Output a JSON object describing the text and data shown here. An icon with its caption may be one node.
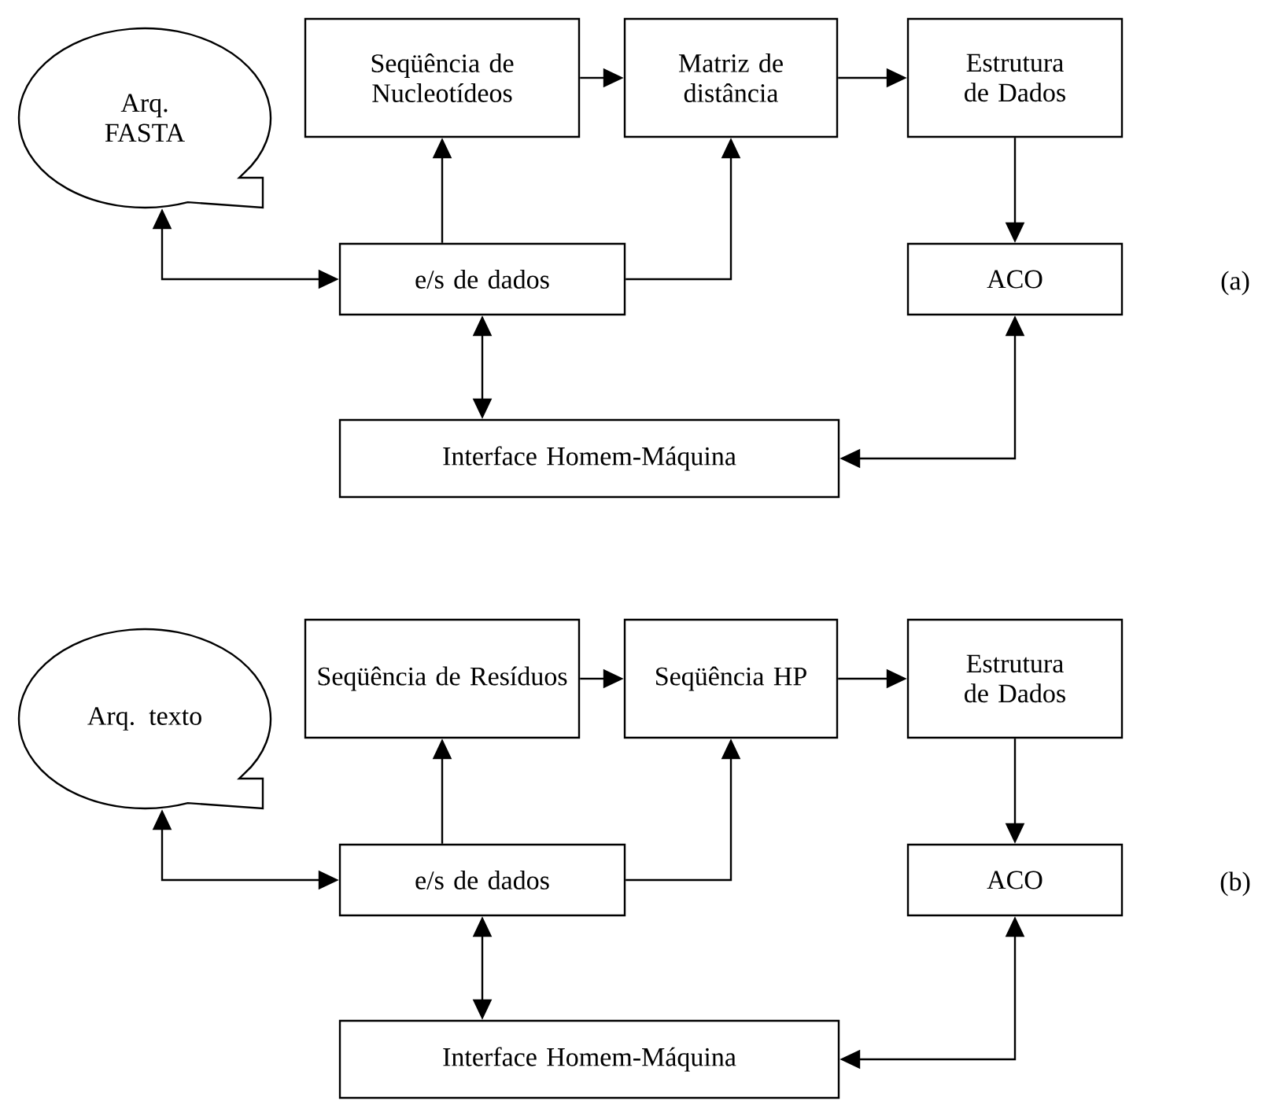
{
  "diagram": {
    "nodes": [
      {
        "text": [
          "Arq. FASTA"
        ]
      },
      {
        "text": [
          "Seqüência de Nucleotídeos"
        ]
      },
      {
        "text": [
          "Matriz de distância"
        ]
      },
      {
        "text": [
          "Estrutura de Dados"
        ]
      },
      {
        "text": [
          "e/s de dados"
        ]
      },
      {
        "text": [
          "ACO"
        ]
      },
      {
        "text": [
          "Interface Homem-Máquina"
        ]
      },
      {
        "text": [
          "Arq. texto"
        ]
      },
      {
        "text": [
          "Seqüência de Resíduos"
        ]
      },
      {
        "text": [
          "Seqüência HP"
        ]
      },
      {
        "text": [
          "Estrutura de Dados"
        ]
      },
      {
        "text": [
          "e/s de dados"
        ]
      },
      {
        "text": [
          "ACO"
        ]
      },
      {
        "text": [
          "Interface Homem-Máquina"
        ]
      }
    ],
    "edges": [
      {
        "from": 4,
        "to": 0,
        "arrow": "both"
      },
      {
        "from": 4,
        "to": 1,
        "arrow": "to"
      },
      {
        "from": 1,
        "to": 2,
        "arrow": "to"
      },
      {
        "from": 4,
        "to": 2,
        "arrow": "to"
      },
      {
        "from": 2,
        "to": 3,
        "arrow": "to"
      },
      {
        "from": 3,
        "to": 5,
        "arrow": "to"
      },
      {
        "from": 4,
        "to": 6,
        "arrow": "both"
      },
      {
        "from": 5,
        "to": 6,
        "arrow": "both"
      },
      {
        "from": 11,
        "to": 7,
        "arrow": "both"
      },
      {
        "from": 11,
        "to": 8,
        "arrow": "to"
      },
      {
        "from": 8,
        "to": 9,
        "arrow": "to"
      },
      {
        "from": 11,
        "to": 9,
        "arrow": "to"
      },
      {
        "from": 9,
        "to": 10,
        "arrow": "to"
      },
      {
        "from": 10,
        "to": 12,
        "arrow": "to"
      },
      {
        "from": 11,
        "to": 13,
        "arrow": "both"
      },
      {
        "from": 12,
        "to": 13,
        "arrow": "both"
      }
    ],
    "labels": [
      "(a)",
      "(b)"
    ]
  }
}
